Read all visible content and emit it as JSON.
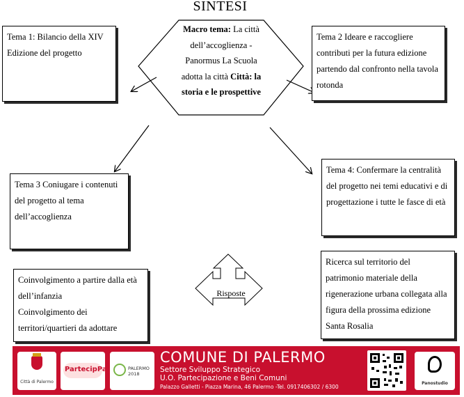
{
  "title": "SINTESI",
  "center": {
    "macro_label": "Macro tema:",
    "line1_rest": " La città",
    "line2": "dell’accoglienza -",
    "line3": "Panormus La Scuola",
    "line4_plain": "adotta la città ",
    "line4_bold": "Città: la",
    "line5_bold": "storia e le prospettive"
  },
  "themes": {
    "t1": "Tema 1: Bilancio della XIV Edizione del progetto",
    "t2": "Tema 2 Ideare e raccogliere contributi per la futura edizione partendo dal confronto nella tavola rotonda",
    "t3": "Tema 3 Coniugare i contenuti del progetto al tema dell’accoglienza",
    "t4": "Tema 4:  Confermare la centralità del progetto nei temi educativi e di progettazione i tutte le fasce di età"
  },
  "coinvolgimento": {
    "line1": "Coinvolgimento a partire dalla età dell’infanzia",
    "line2": "Coinvolgimento dei territori/quartieri da adottare"
  },
  "ricerca": "Ricerca sul territorio del patrimonio materiale della rigenerazione urbana collegata alla figura della prossima edizione Santa Rosalia",
  "risposte": "Risposte",
  "footer": {
    "title": "COMUNE DI PALERMO",
    "line1": "Settore Sviluppo Strategico",
    "line2": "U.O. Partecipazione e Beni Comuni",
    "address": "Palazzo Galletti - Piazza Marina, 46 Palermo -Tel. 0917406302 / 6300",
    "logo1_caption": "Città di Palermo",
    "logo2_text": "PartecipPa",
    "logo3_text": "PALERMO 2018",
    "logo5_caption": "Panostudio"
  }
}
